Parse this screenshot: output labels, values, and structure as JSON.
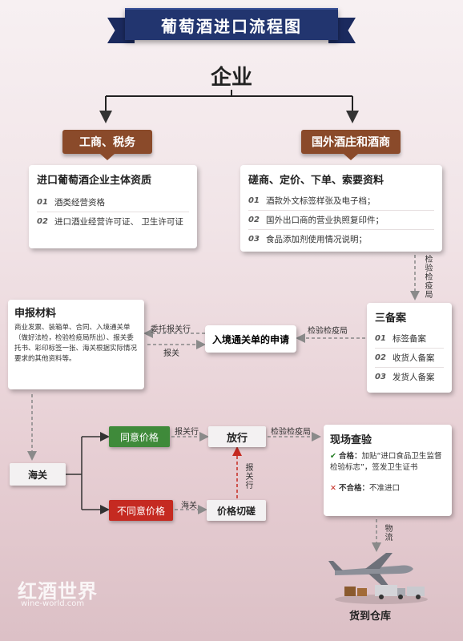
{
  "title": "葡萄酒进口流程图",
  "company": "企业",
  "left_branch": {
    "tag": "工商、税务",
    "card_title": "进口葡萄酒企业主体资质",
    "items": [
      {
        "num": "01",
        "text": "酒类经营资格"
      },
      {
        "num": "02",
        "text": "进口酒业经营许可证、 卫生许可证"
      }
    ]
  },
  "right_branch": {
    "tag": "国外酒庄和酒商",
    "card_title": "磋商、定价、下单、索要资料",
    "items": [
      {
        "num": "01",
        "text": "酒款外文标签样张及电子档；"
      },
      {
        "num": "02",
        "text": "国外出口商的营业执照复印件；"
      },
      {
        "num": "03",
        "text": "食品添加剂使用情况说明；"
      }
    ]
  },
  "labels": {
    "inspection_v": "检验检疫局",
    "inspection_h": "检验检疫局",
    "delegate": "委托报关行",
    "declare": "报关",
    "broker": "报关行",
    "inspection_release": "检验检疫局",
    "broker_v": "报关行",
    "customs_red": "海关",
    "logistics": "物流"
  },
  "filing": {
    "title": "三备案",
    "items": [
      {
        "num": "01",
        "text": "标签备案"
      },
      {
        "num": "02",
        "text": "收货人备案"
      },
      {
        "num": "03",
        "text": "发货人备案"
      }
    ]
  },
  "entry_form": "入境通关单的申请",
  "declare_materials": {
    "title": "申报材料",
    "text": "商业发票、装箱单、合同、入境通关单（做好法检，检验检疫局所出）、报关委托书、彩印标签一张、海关根据实际情况要求的其他资料等。"
  },
  "customs": "海关",
  "agree": "同意价格",
  "disagree": "不同意价格",
  "release": "放行",
  "negotiate": "价格切磋",
  "onsite": {
    "title": "现场查验",
    "pass_label": "合格：",
    "pass_text": "加贴“进口食品卫生监督检验标志”，签发卫生证书",
    "fail_label": "不合格：",
    "fail_text": "不准进口"
  },
  "warehouse": "货到仓库",
  "watermark": {
    "brand": "红酒世界",
    "url": "wine-world.com"
  },
  "colors": {
    "ribbon": "#22356f",
    "tag": "#8a4a2a",
    "agree": "#3f8a3a",
    "disagree": "#c52a21"
  }
}
